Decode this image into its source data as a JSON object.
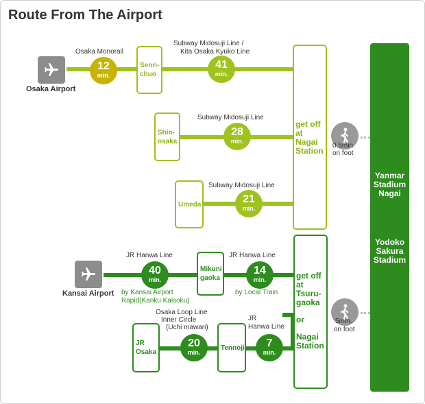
{
  "title": "Route From The Airport",
  "osaka_airport": {
    "label": "Osaka Airport",
    "monorail_label": "Osaka Monorail",
    "monorail_minutes": "12",
    "senrichuo": [
      "Senri-",
      "chuo"
    ],
    "kita_line_label_1": "Subway  Midosuji  Line /",
    "kita_line_label_2": "Kita  Osaka  Kyuko  Line",
    "kita_minutes": "41"
  },
  "shin_osaka": {
    "name": [
      "Shin-",
      "osaka"
    ],
    "line_label": "Subway  Midosuji  Line",
    "minutes": "28"
  },
  "umeda": {
    "name": "Umeda",
    "line_label": "Subway  Midosuji  Line",
    "minutes": "21"
  },
  "nagai_box": [
    "get off",
    "at",
    "Nagai",
    "Station"
  ],
  "walk_top": {
    "line1": "0.5min.",
    "line2": "on foot"
  },
  "kansai_airport": {
    "label": "Kansai Airport",
    "hanwa_label": "JR  Hanwa  Line",
    "hanwa_minutes": "40",
    "hanwa_sub_1": "by Kansai  Airport",
    "hanwa_sub_2": "Rapid(Kanku Kaisoku)",
    "mikuni": [
      "Mikuni",
      "gaoka"
    ],
    "local_label": "JR  Hanwa  Line",
    "local_minutes": "14",
    "local_sub": "by Local Train"
  },
  "jr_osaka": {
    "name": [
      "JR",
      "Osaka"
    ],
    "loop_1": "Osaka Loop Line",
    "loop_2": "Inner Circle",
    "loop_3": "(Uchi mawari)",
    "loop_minutes": "20",
    "tennoji": "Tennoji",
    "hanwa_1": "JR",
    "hanwa_2": "Hanwa  Line",
    "hanwa_minutes": "7"
  },
  "tsuru_box": [
    "get off",
    "at",
    "Tsuru-",
    "gaoka",
    "or",
    "Nagai",
    "Station"
  ],
  "walk_bottom": {
    "line1": "5min.",
    "line2": "on foot"
  },
  "min_unit": "min.",
  "stadium": {
    "name1": [
      "Yanmar",
      "Stadium",
      "Nagai"
    ],
    "name2": [
      "Yodoko",
      "Sakura",
      "Stadium"
    ]
  },
  "colors": {
    "lime": "#9ec21e",
    "green": "#2e8b1e",
    "gold": "#c8b400",
    "gray": "#8c8c8c"
  }
}
